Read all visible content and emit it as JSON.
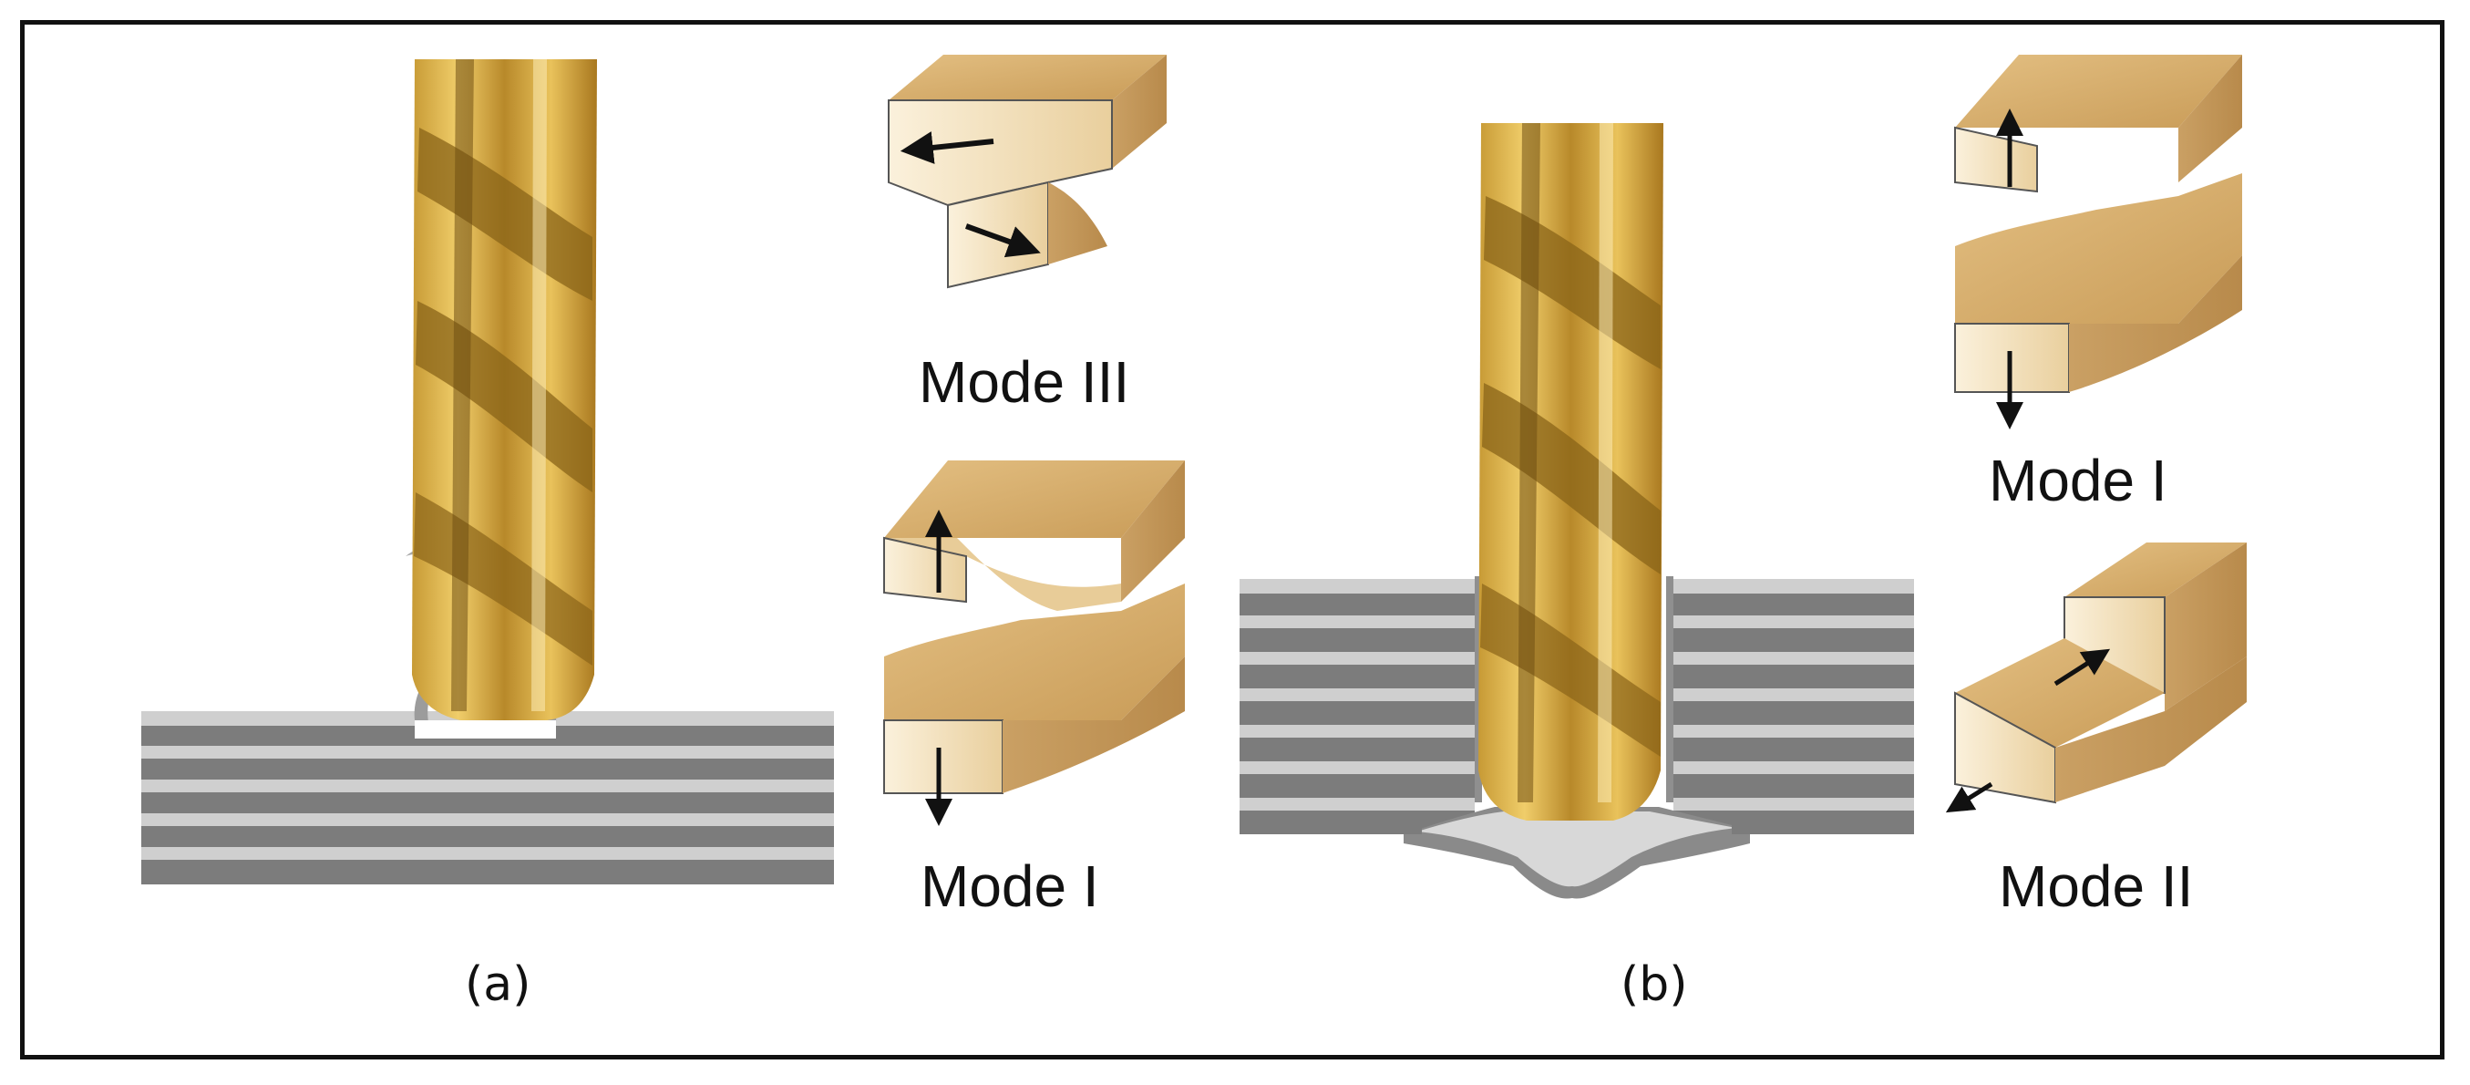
{
  "panels": [
    {
      "id": "a",
      "label": "(a)",
      "modes": [
        {
          "label": "Mode III"
        },
        {
          "label": "Mode I"
        }
      ]
    },
    {
      "id": "b",
      "label": "(b)",
      "modes": [
        {
          "label": "Mode I"
        },
        {
          "label": "Mode II"
        }
      ]
    }
  ],
  "colors": {
    "drill_gold": "#d9a93f",
    "drill_dark": "#8a6418",
    "block_face": "#d4aa6b",
    "block_light": "#f3dfba",
    "laminate_dark": "#7a7a7a",
    "laminate_light": "#c9c9c9",
    "frame": "#111111"
  }
}
